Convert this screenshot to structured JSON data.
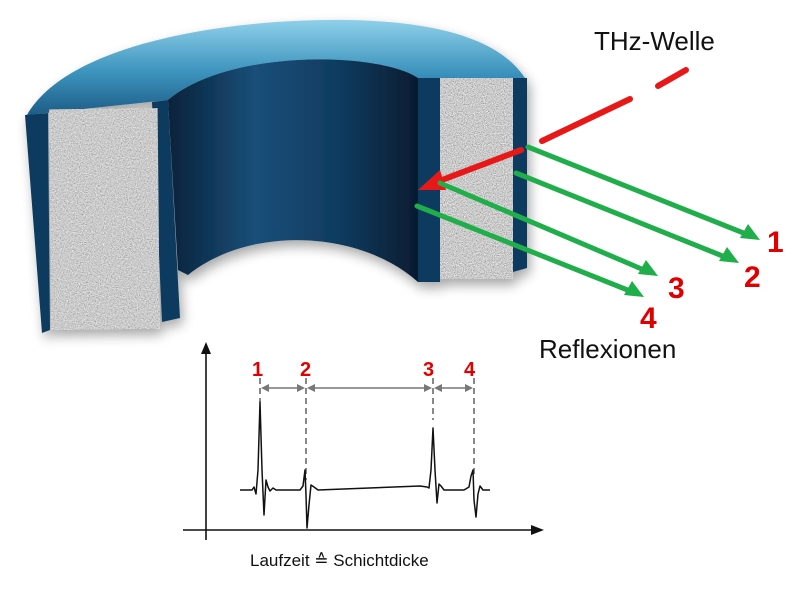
{
  "labels": {
    "wave": "THz-Welle",
    "reflections": "Reflexionen",
    "axis": "Laufzeit ≙ Schichtdicke"
  },
  "reflection_numbers": [
    "1",
    "2",
    "3",
    "4"
  ],
  "peak_numbers": [
    "1",
    "2",
    "3",
    "4"
  ],
  "colors": {
    "wave": "#e81818",
    "reflection": "#1fae4a",
    "number": "#e00000",
    "coating": "#123f62",
    "bore": "#0f3556"
  }
}
